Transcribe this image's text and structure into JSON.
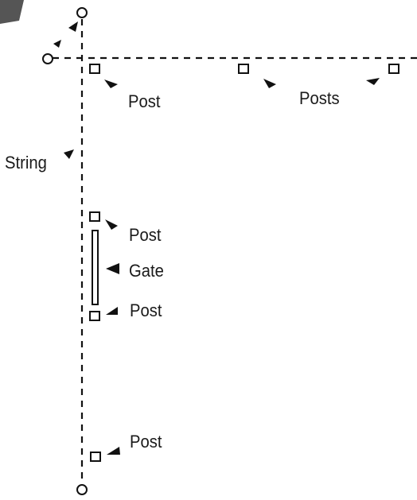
{
  "labels": {
    "post_top": "Post",
    "posts_top": "Posts",
    "string": "String",
    "post_gate_top": "Post",
    "gate": "Gate",
    "post_gate_bottom": "Post",
    "post_bottom": "Post"
  },
  "colors": {
    "ink": "#111111",
    "corner_decor": "#555555"
  }
}
